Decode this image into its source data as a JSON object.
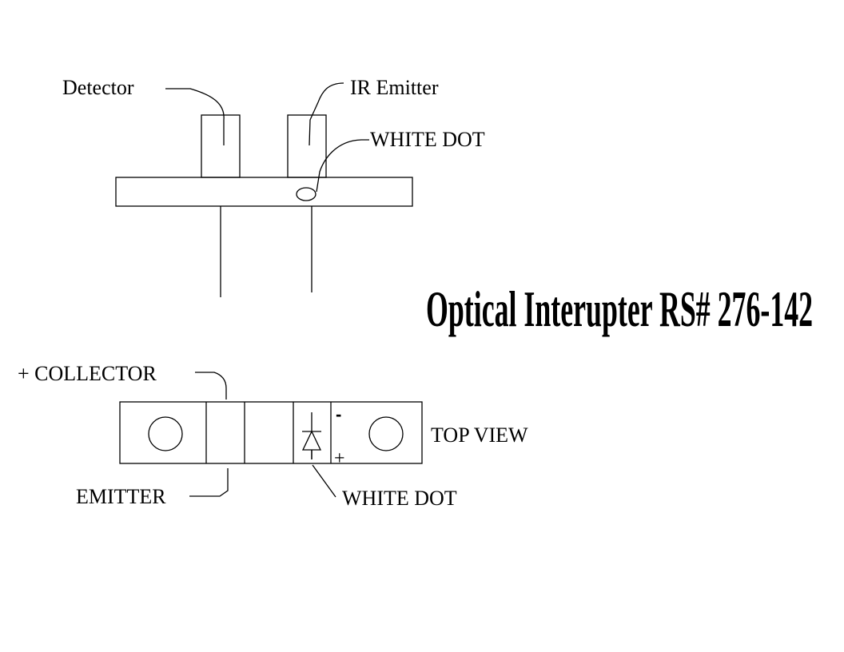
{
  "side_view": {
    "detector_label": "Detector",
    "emitter_label": "IR Emitter",
    "white_dot_label": "WHITE DOT"
  },
  "title": "Optical Interupter RS# 276-142",
  "top_view": {
    "view_label": "TOP VIEW",
    "collector_label": "+ COLLECTOR",
    "emitter_label": "EMITTER",
    "white_dot_label": "WHITE DOT",
    "minus_sign": "-",
    "plus_sign": "+"
  }
}
